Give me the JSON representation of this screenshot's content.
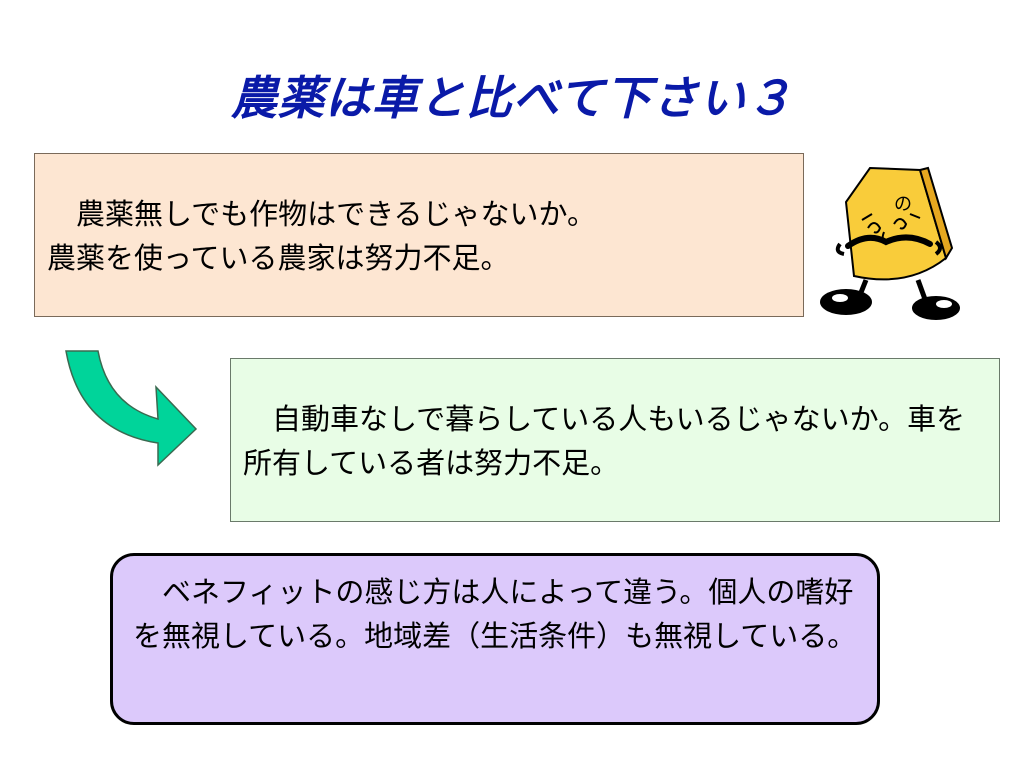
{
  "slide": {
    "title": "農薬は車と比べて下さい３"
  },
  "box_pesticide": {
    "text": "　農薬無しでも作物はできるじゃないか。\n農薬を使っている農家は努力不足。"
  },
  "box_car": {
    "text": "　自動車なしで暮らしている人もいるじゃないか。車を所有している者は努力不足。"
  },
  "box_benefit": {
    "text": "　ベネフィットの感じ方は人によって違う。個人の嗜好を無視している。地域差（生活条件）も無視している。"
  },
  "mascot_label": "の",
  "colors": {
    "title": "#0a1aa8",
    "box_pesticide_bg": "#fde6d2",
    "box_car_bg": "#e8fde6",
    "box_benefit_bg": "#dcc9fb",
    "arrow": "#00d49a",
    "mascot": "#f9cc3a"
  }
}
